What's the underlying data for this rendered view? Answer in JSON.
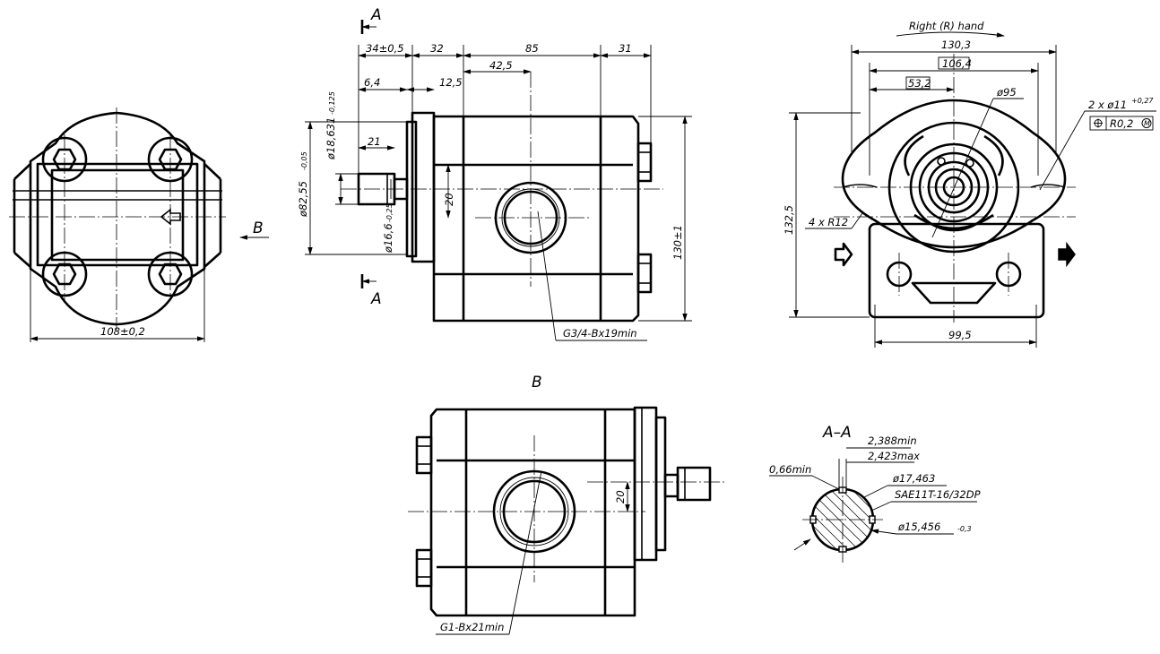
{
  "view_labels": {
    "section_a_top": "A",
    "section_a_bottom": "A",
    "view_b_arrow": "B",
    "view_b_title": "B",
    "section_title": "A–A",
    "rotation": "Right (R) hand"
  },
  "left_view": {
    "width_dim": "108±0,2"
  },
  "front_view": {
    "d_34": "34±0,5",
    "d_32": "32",
    "d_85": "85",
    "d_31": "31",
    "d_42_5": "42,5",
    "d_6_4": "6,4",
    "d_12_5": "12,5",
    "d_21": "21",
    "d_20": "20",
    "d_130": "130±1",
    "dia_18": "ø18,631",
    "dia_18_tol": "-0,125",
    "dia_82": "ø82,55",
    "dia_82_tol": "-0,05",
    "dia_16": "ø16,6",
    "dia_16_tol": "-0,25",
    "port": "G3/4-Bx19min"
  },
  "right_view": {
    "d_130_3": "130,3",
    "d_106_4": "106,4",
    "d_53_2": "53,2",
    "d_95": "ø95",
    "holes": "2 x ø11",
    "holes_tol": "+0,27",
    "position_tol": "R0,2",
    "radius": "4 x R12",
    "height": "132,5",
    "d_99_5": "99,5"
  },
  "bottom_view": {
    "d_20": "20",
    "port": "G1-Bx21min"
  },
  "section_view": {
    "d_2388": "2,388min",
    "d_2423": "2,423max",
    "d_066": "0,66min",
    "d_17463": "ø17,463",
    "spline": "SAE11T-16/32DP",
    "d_15456": "ø15,456",
    "d_15456_tol": "-0,3"
  }
}
